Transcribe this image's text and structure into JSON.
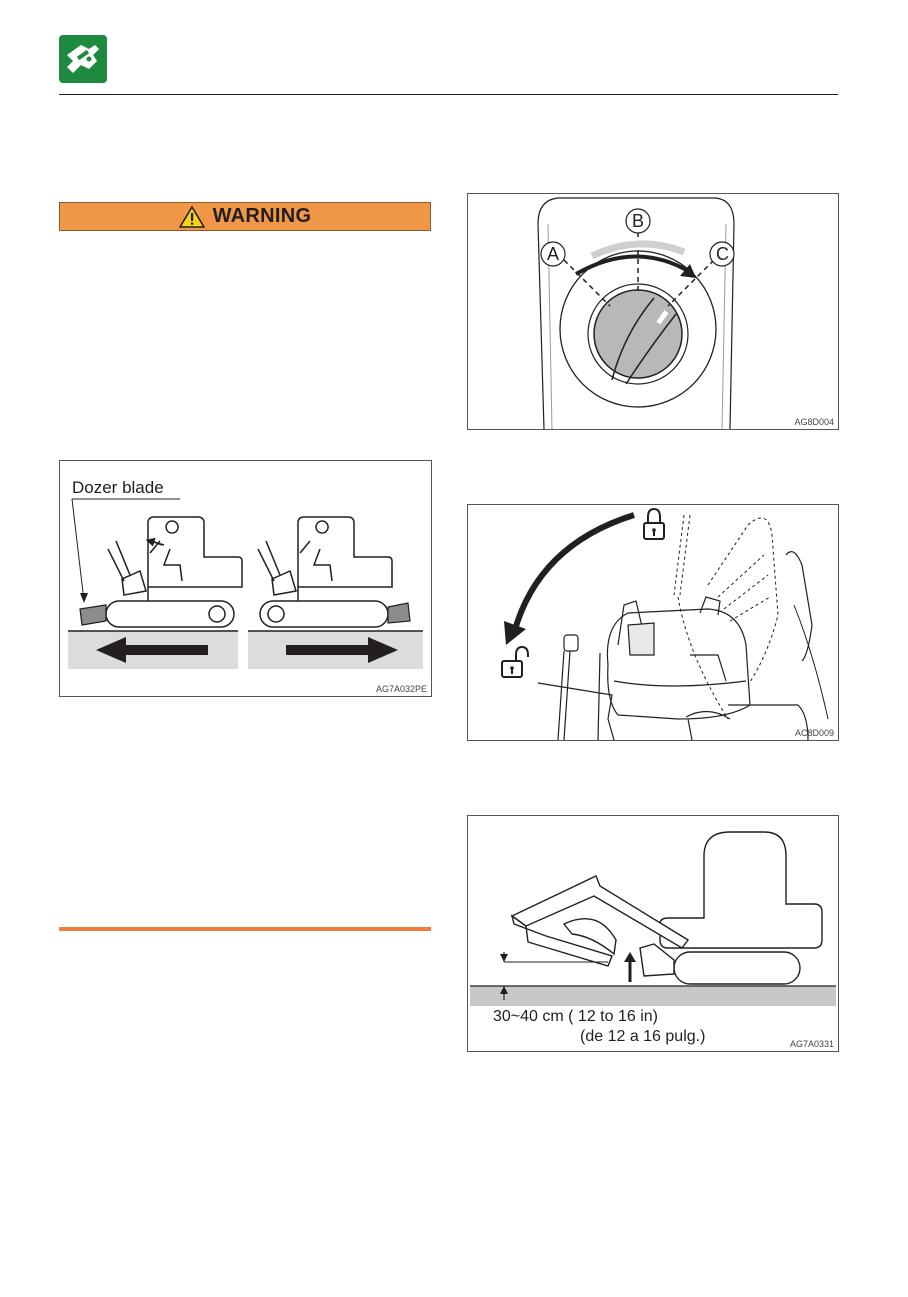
{
  "header": {
    "icon": "hand-with-wrench-icon",
    "icon_color": "#1e8a3f"
  },
  "warning": {
    "label": "WARNING",
    "icon": "warning-triangle-icon",
    "color": "#f09848"
  },
  "accent_rule_color": "#ee7d3c",
  "figures": {
    "dozer": {
      "label": "Dozer blade",
      "code": "AG7A032PE"
    },
    "switch": {
      "label_a": "A",
      "label_b": "B",
      "label_c": "C",
      "code": "AG8D004"
    },
    "lock_lever": {
      "locked_icon": "padlock-closed-icon",
      "unlocked_icon": "padlock-open-icon",
      "code": "AC8D009"
    },
    "travel_height": {
      "measure_line1": "30~40 cm ( 12 to 16 in)",
      "measure_line2": "(de 12 a 16 pulg.)",
      "code": "AG7A0331"
    }
  }
}
